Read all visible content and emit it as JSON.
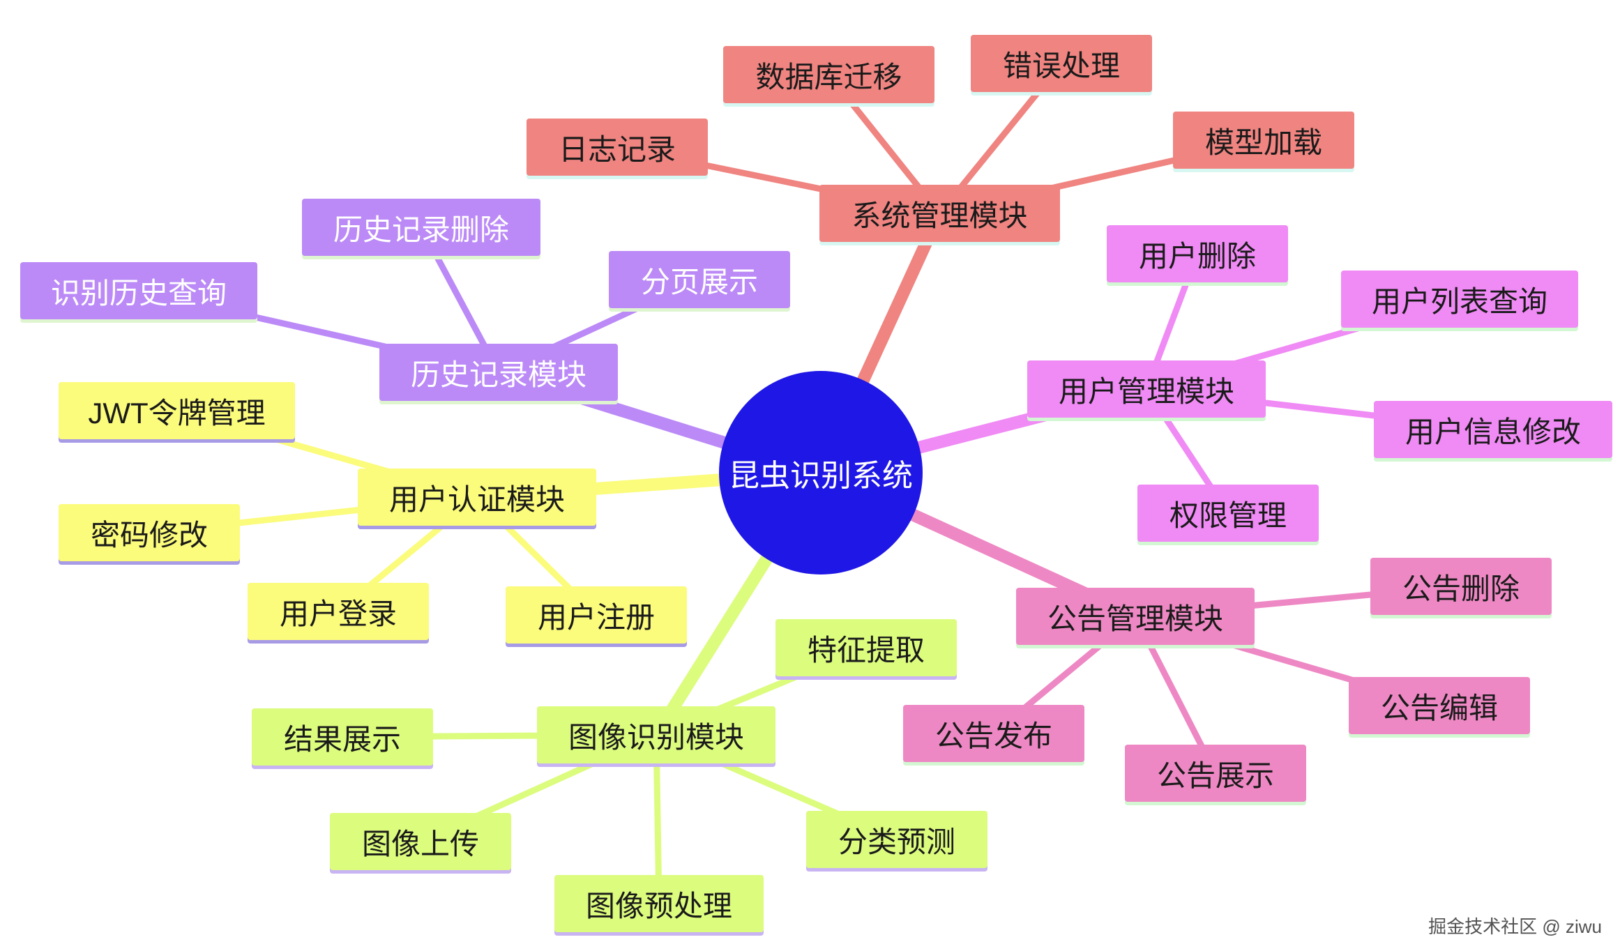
{
  "root": {
    "label": "昆虫识别系统",
    "color": "#1f17e5"
  },
  "branches": [
    {
      "id": "sys",
      "label": "系统管理模块",
      "color": "#ef8480",
      "textColor": "#1a1a1a",
      "children": [
        "日志记录",
        "数据库迁移",
        "错误处理",
        "模型加载"
      ]
    },
    {
      "id": "user",
      "label": "用户管理模块",
      "color": "#f08af5",
      "textColor": "#1a1a1a",
      "children": [
        "用户删除",
        "用户列表查询",
        "用户信息修改",
        "权限管理"
      ]
    },
    {
      "id": "notice",
      "label": "公告管理模块",
      "color": "#ee88c4",
      "textColor": "#1a1a1a",
      "children": [
        "公告删除",
        "公告编辑",
        "公告展示",
        "公告发布"
      ]
    },
    {
      "id": "image",
      "label": "图像识别模块",
      "color": "#dcfc7e",
      "textColor": "#1a1a1a",
      "children": [
        "特征提取",
        "分类预测",
        "图像预处理",
        "图像上传",
        "结果展示"
      ]
    },
    {
      "id": "auth",
      "label": "用户认证模块",
      "color": "#fbfb7c",
      "textColor": "#1a1a1a",
      "children": [
        "JWT令牌管理",
        "密码修改",
        "用户登录",
        "用户注册"
      ]
    },
    {
      "id": "hist",
      "label": "历史记录模块",
      "color": "#bb8af7",
      "textColor": "#ffffff",
      "children": [
        "历史记录删除",
        "分页展示",
        "识别历史查询"
      ]
    }
  ],
  "watermark": "掘金技术社区 @ ziwu"
}
